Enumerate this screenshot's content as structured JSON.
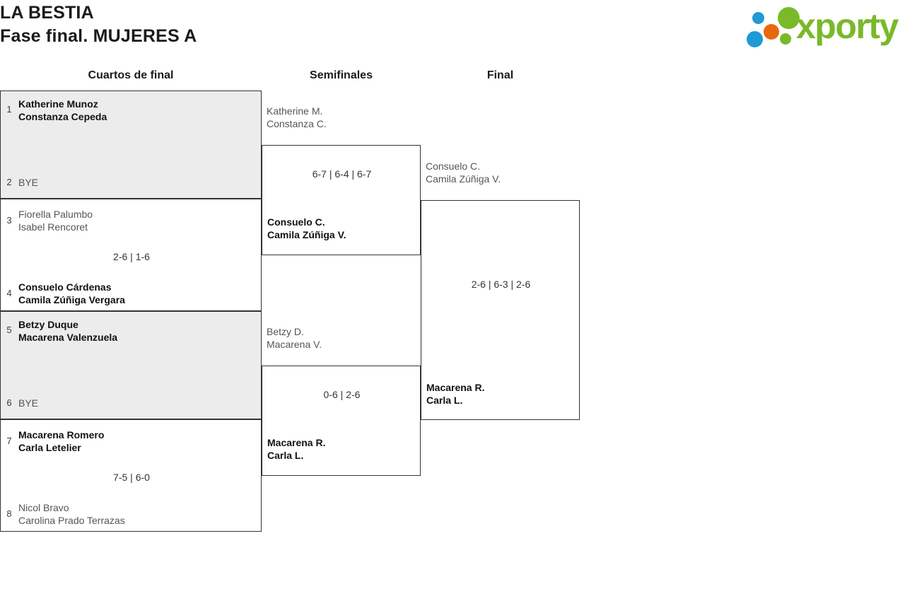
{
  "header": {
    "title_line1": "LA BESTIA",
    "title_line2": "Fase final. MUJERES A",
    "logo_word": "xporty"
  },
  "rounds": [
    {
      "label": "Cuartos de final"
    },
    {
      "label": "Semifinales"
    },
    {
      "label": "Final"
    }
  ],
  "quarterfinals": [
    {
      "seed_top": "1",
      "top_p1": "Katherine Munoz",
      "top_p2": "Constanza Cepeda",
      "seed_bottom": "2",
      "bottom_p1": "BYE",
      "bottom_p2": "",
      "score": ""
    },
    {
      "seed_top": "3",
      "top_p1": "Fiorella Palumbo",
      "top_p2": "Isabel Rencoret",
      "seed_bottom": "4",
      "bottom_p1": "Consuelo Cárdenas",
      "bottom_p2": "Camila Zúñiga Vergara",
      "score": "2-6 | 1-6"
    },
    {
      "seed_top": "5",
      "top_p1": "Betzy Duque",
      "top_p2": "Macarena Valenzuela",
      "seed_bottom": "6",
      "bottom_p1": "BYE",
      "bottom_p2": "",
      "score": ""
    },
    {
      "seed_top": "7",
      "top_p1": "Macarena Romero",
      "top_p2": "Carla Letelier",
      "seed_bottom": "8",
      "bottom_p1": "Nicol Bravo",
      "bottom_p2": "Carolina Prado Terrazas",
      "score": "7-5 | 6-0"
    }
  ],
  "semifinals": [
    {
      "top_p1": "Katherine M.",
      "top_p2": "Constanza C.",
      "bottom_p1": "Consuelo C.",
      "bottom_p2": "Camila Zúñiga V.",
      "score": "6-7 | 6-4 | 6-7"
    },
    {
      "top_p1": "Betzy D.",
      "top_p2": "Macarena V.",
      "bottom_p1": "Macarena R.",
      "bottom_p2": "Carla L.",
      "score": "0-6 | 2-6"
    }
  ],
  "final": {
    "top_p1": "Consuelo C.",
    "top_p2": "Camila Zúñiga V.",
    "bottom_p1": "Macarena R.",
    "bottom_p2": "Carla L.",
    "score": "2-6 | 6-3 | 2-6"
  },
  "colors": {
    "brand_green": "#7ab929",
    "brand_blue": "#1f9ad6",
    "brand_orange": "#e8690b",
    "shaded_row": "#ececec",
    "border": "#333333"
  }
}
